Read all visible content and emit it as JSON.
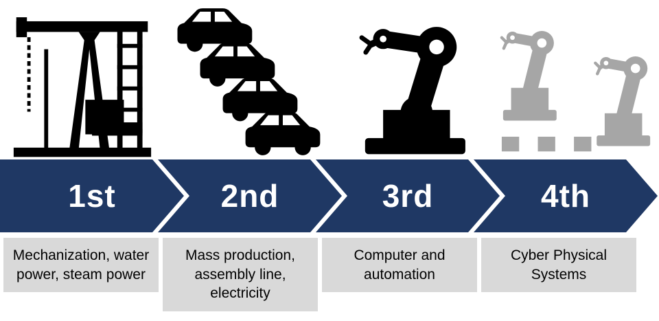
{
  "stages": [
    {
      "label": "1st",
      "description": "Mechanization, water power, steam power",
      "icon": "pumpjack-icon"
    },
    {
      "label": "2nd",
      "description": "Mass production, assembly line, electricity",
      "icon": "car-queue-icon"
    },
    {
      "label": "3rd",
      "description": "Computer and automation",
      "icon": "robot-arm-icon"
    },
    {
      "label": "4th",
      "description": "Cyber Physical Systems",
      "icon": "collaborative-robots-icon"
    }
  ],
  "colors": {
    "arrow_navy": "#1f3864",
    "description_gray": "#d9d9d9",
    "icon_black": "#000000",
    "icon_gray": "#a6a6a6",
    "label_white": "#ffffff",
    "description_text": "#000000"
  }
}
